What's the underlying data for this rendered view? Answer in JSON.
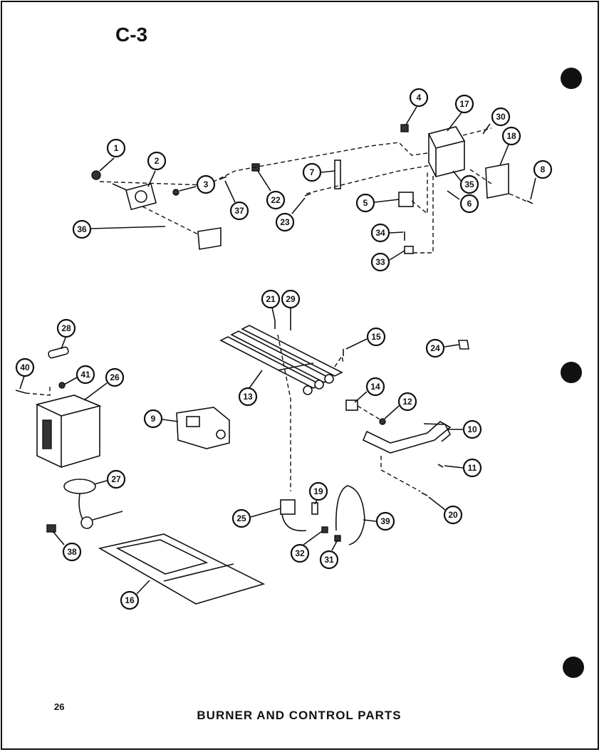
{
  "page": {
    "code": "C-3",
    "title": "BURNER AND CONTROL PARTS",
    "page_number": "26"
  },
  "callouts": [
    "1",
    "2",
    "3",
    "4",
    "5",
    "6",
    "7",
    "8",
    "9",
    "10",
    "11",
    "12",
    "13",
    "14",
    "15",
    "16",
    "17",
    "18",
    "19",
    "20",
    "21",
    "22",
    "23",
    "24",
    "25",
    "26",
    "27",
    "28",
    "29",
    "30",
    "31",
    "32",
    "33",
    "34",
    "35",
    "36",
    "37",
    "38",
    "39",
    "40",
    "41"
  ]
}
